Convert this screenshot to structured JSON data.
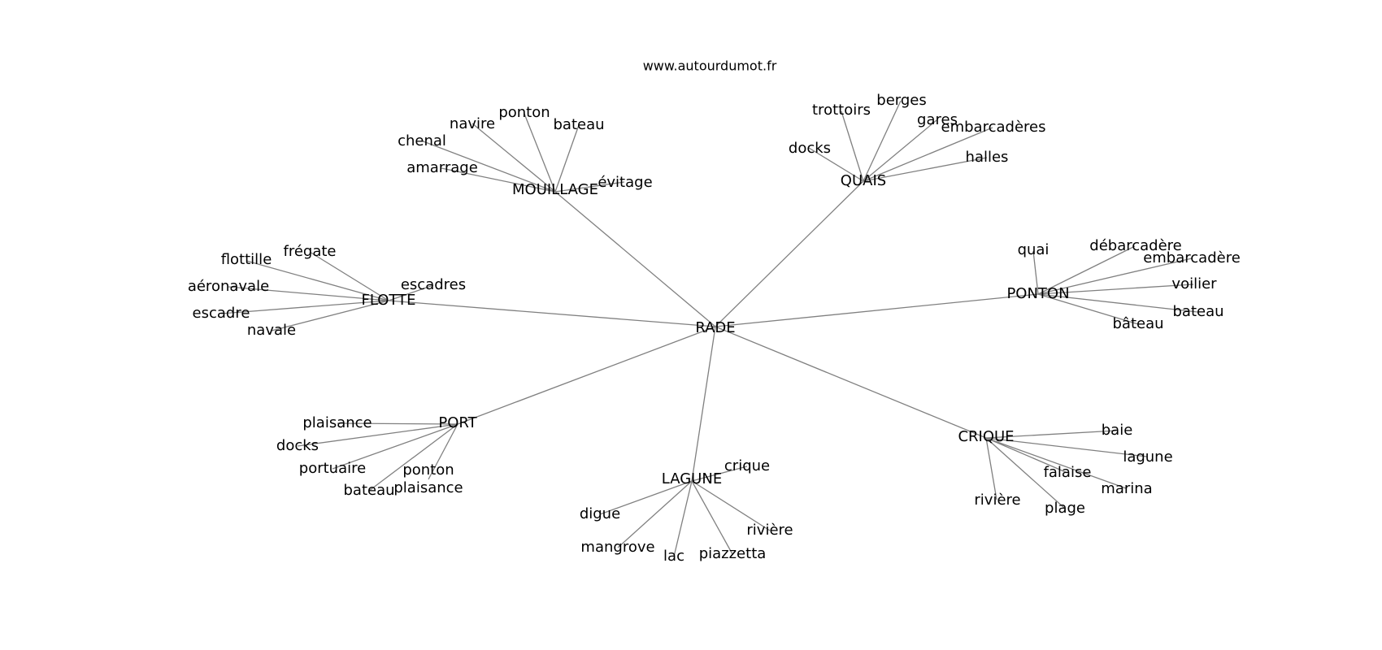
{
  "source": "www.autourdumot.fr",
  "graph": {
    "center": "RADE",
    "hubs": [
      {
        "label": "MOUILLAGE",
        "leaves": [
          "chenal",
          "navire",
          "ponton",
          "bateau",
          "amarrage",
          "évitage"
        ]
      },
      {
        "label": "QUAIS",
        "leaves": [
          "trottoirs",
          "berges",
          "gares",
          "embarcadères",
          "docks",
          "halles"
        ]
      },
      {
        "label": "PONTON",
        "leaves": [
          "quai",
          "débarcadère",
          "embarcadère",
          "voilier",
          "bateau",
          "bâteau"
        ]
      },
      {
        "label": "FLOTTE",
        "leaves": [
          "frégate",
          "flottille",
          "aéronavale",
          "escadre",
          "navale",
          "escadres"
        ]
      },
      {
        "label": "PORT",
        "leaves": [
          "plaisance",
          "docks",
          "portuaire",
          "ponton plaisance",
          "bateau"
        ]
      },
      {
        "label": "LAGUNE",
        "leaves": [
          "crique",
          "digue",
          "mangrove",
          "lac",
          "piazzetta",
          "rivière"
        ]
      },
      {
        "label": "CRIQUE",
        "leaves": [
          "baie",
          "lagune",
          "falaise",
          "marina",
          "rivière",
          "plage"
        ]
      }
    ]
  }
}
